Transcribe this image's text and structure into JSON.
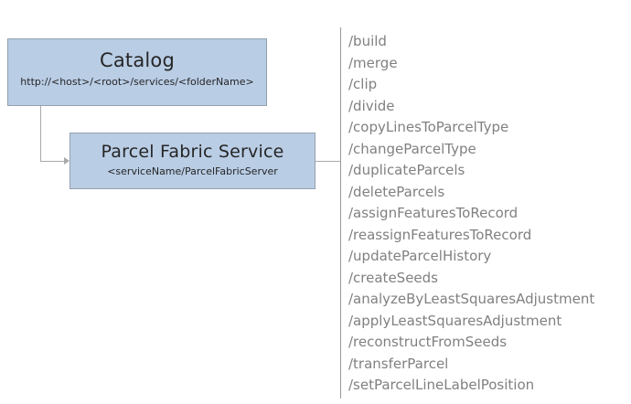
{
  "diagram": {
    "catalog": {
      "title": "Catalog",
      "subtitle": "http://<host>/<root>/services/<folderName>"
    },
    "service": {
      "title": "Parcel Fabric Service",
      "subtitle": "<serviceName/ParcelFabricServer"
    },
    "endpoints": [
      "/build",
      "/merge",
      "/clip",
      "/divide",
      "/copyLinesToParcelType",
      "/changeParcelType",
      "/duplicateParcels",
      "/deleteParcels",
      "/assignFeaturesToRecord",
      "/reassignFeaturesToRecord",
      "/updateParcelHistory",
      "/createSeeds",
      "/analyzeByLeastSquaresAdjustment",
      "/applyLeastSquaresAdjustment",
      "/reconstructFromSeeds",
      "/transferParcel",
      "/setParcelLineLabelPosition"
    ],
    "colors": {
      "box_fill": "#b9cde5",
      "box_border": "#94a1ae",
      "line": "#a9a9a9",
      "endpoint_text": "#808080"
    }
  }
}
